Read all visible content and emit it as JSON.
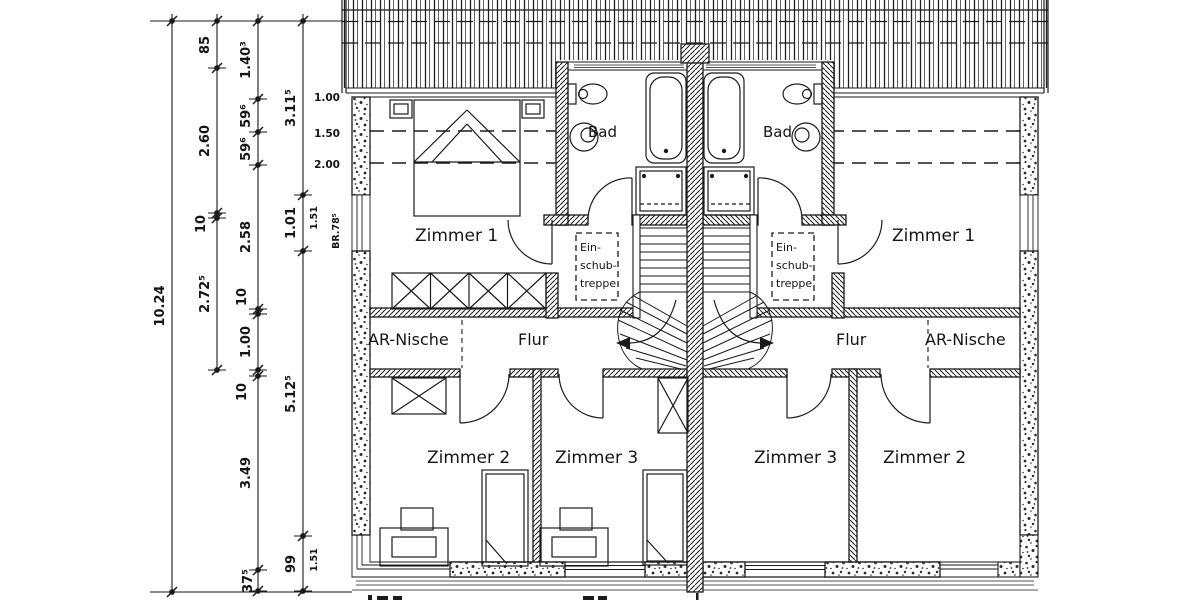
{
  "background": "#ffffff",
  "ink": "#1a1a1a",
  "plan": {
    "left_unit": {
      "zimmer1": "Zimmer 1",
      "zimmer2": "Zimmer 2",
      "zimmer3": "Zimmer 3",
      "bad": "Bad",
      "flur": "Flur",
      "ar_nische": "AR-Nische",
      "einschubtreppe": [
        "Ein-",
        "schub-",
        "treppe"
      ]
    },
    "right_unit": {
      "zimmer1": "Zimmer 1",
      "zimmer2": "Zimmer 2",
      "zimmer3": "Zimmer 3",
      "bad": "Bad",
      "flur": "Flur",
      "ar_nische": "AR-Nische",
      "einschubtreppe": [
        "Ein-",
        "schub-",
        "treppe"
      ]
    },
    "dimensions": {
      "overall": "10.24",
      "chain_left": [
        "85",
        "2.60",
        "10",
        "2.72⁵"
      ],
      "chain_mid": [
        "1.40³",
        "59⁶",
        "59⁶",
        "2.58",
        "10",
        "1.00",
        "10",
        "3.49",
        "37⁵"
      ],
      "chain_right": [
        "3.11⁵",
        "1.01",
        "5.12⁵",
        "99"
      ],
      "window_width_upper": "1.51",
      "window_width_lower": "1.51",
      "parapet": "BR.78⁵",
      "height_lines": [
        "1.00",
        "1.50",
        "2.00"
      ]
    }
  }
}
